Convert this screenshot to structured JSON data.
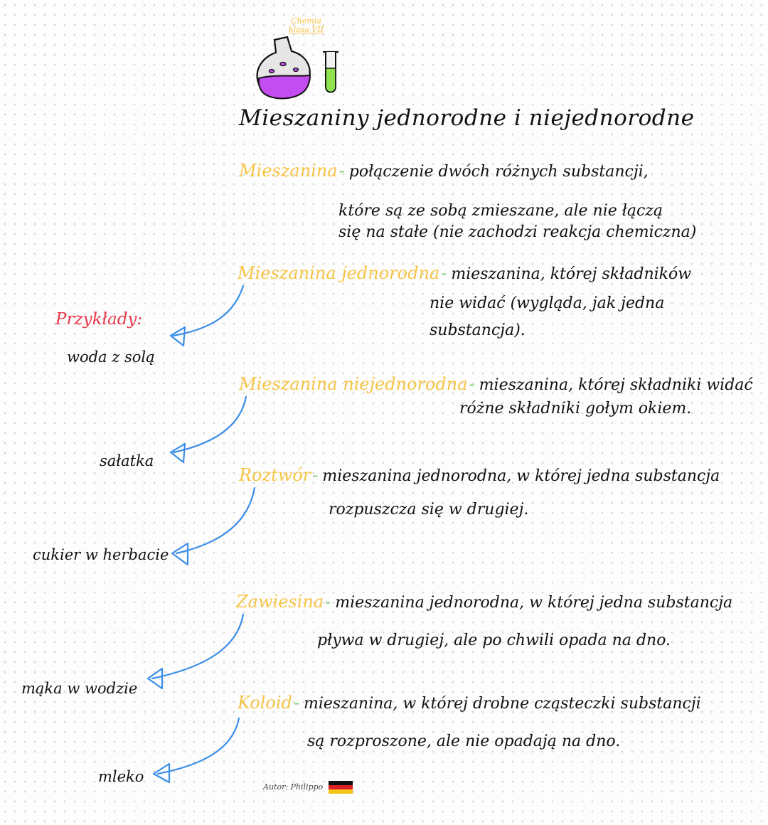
{
  "header": {
    "subject_line1": "Chemia",
    "subject_line2": "klasa VII",
    "title": "Mieszaniny jednorodne i niejednorodne"
  },
  "examples_label": "Przykłady:",
  "definitions": [
    {
      "term": "Mieszanina",
      "lines": [
        "połączenie dwóch różnych substancji,",
        "które są ze sobą zmieszane, ale nie łączą",
        "się na stałe (nie zachodzi reakcja chemiczna)"
      ]
    },
    {
      "term": "Mieszanina jednorodna",
      "lines": [
        "mieszanina, której składników",
        "nie widać (wygląda, jak jedna",
        "substancja)."
      ]
    },
    {
      "term": "Mieszanina niejednorodna",
      "lines": [
        "mieszanina, której składniki widać",
        "różne składniki gołym okiem."
      ]
    },
    {
      "term": "Roztwór",
      "lines": [
        "mieszanina jednorodna, w której jedna substancja",
        "rozpuszcza się w drugiej."
      ]
    },
    {
      "term": "Zawiesina",
      "lines": [
        "mieszanina jednorodna, w której jedna substancja",
        "pływa w drugiej, ale po chwili opada na dno."
      ]
    },
    {
      "term": "Koloid",
      "lines": [
        "mieszanina, w której drobne cząsteczki substancji",
        "są rozproszone, ale nie opadają na dno."
      ]
    }
  ],
  "examples": [
    "woda z solą",
    "sałatka",
    "cukier w herbacie",
    "mąka w wodzie",
    "mleko"
  ],
  "author": "Autor: Philippo",
  "colors": {
    "term": "#f6c445",
    "dash": "#7ed07a",
    "examples_label": "#e8364a",
    "arrow": "#3b8ee8",
    "flask_liquid": "#c44df2",
    "tube_liquid": "#8ee34f"
  }
}
